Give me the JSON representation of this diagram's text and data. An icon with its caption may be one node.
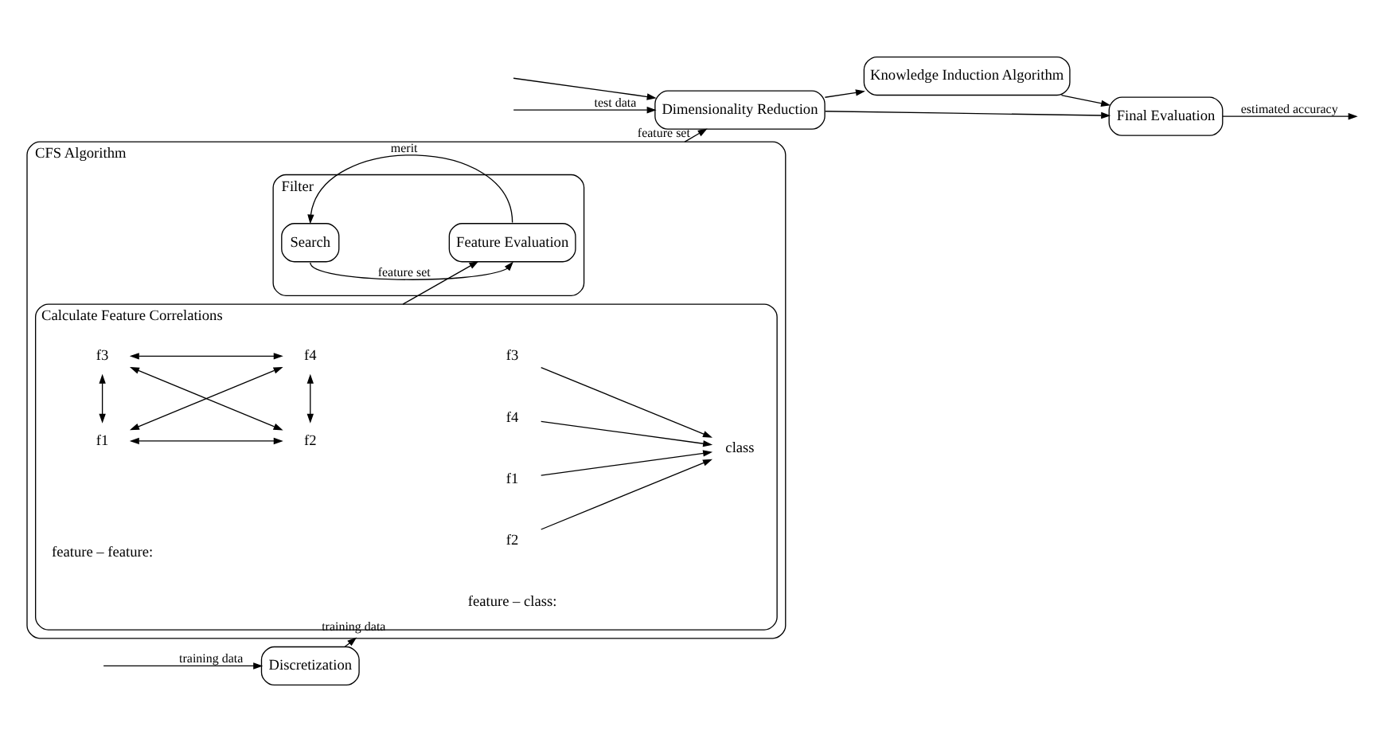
{
  "diagram": {
    "nodes": [
      {
        "text": [
          "Discretization"
        ]
      },
      {
        "text": [
          "CFS Algorithm"
        ]
      },
      {
        "text": [
          "Filter"
        ],
        "in": 1
      },
      {
        "text": [
          "Search"
        ],
        "in": 2
      },
      {
        "text": [
          "Feature Evaluation"
        ],
        "in": 2
      },
      {
        "text": [
          "Calculate Feature Correlations"
        ],
        "in": 1
      },
      {
        "text": [
          "f1"
        ],
        "in": 5
      },
      {
        "text": [
          "f2"
        ],
        "in": 5
      },
      {
        "text": [
          "f3"
        ],
        "in": 5
      },
      {
        "text": [
          "f4"
        ],
        "in": 5
      },
      {
        "text": [
          "class"
        ],
        "in": 5
      },
      {
        "text": [
          "f1"
        ],
        "in": 5
      },
      {
        "text": [
          "f2"
        ],
        "in": 5
      },
      {
        "text": [
          "f3"
        ],
        "in": 5
      },
      {
        "text": [
          "f4"
        ],
        "in": 5
      },
      {
        "text": [
          "Dimensionality Reduction"
        ]
      },
      {
        "text": [
          "Knowledge Induction Algorithm"
        ]
      },
      {
        "text": [
          "Final Evaluation"
        ]
      }
    ],
    "edges": [
      {
        "from": null,
        "to": 0,
        "arrow": "to",
        "label": "training data"
      },
      {
        "from": null,
        "to": 15,
        "arrow": "to"
      },
      {
        "from": 0,
        "to": 1,
        "arrow": "to",
        "label": "training data"
      },
      {
        "from": null,
        "to": 15,
        "arrow": "to",
        "label": "test data"
      },
      {
        "from": 1,
        "to": 15,
        "arrow": "to",
        "label": "feature set"
      },
      {
        "from": 3,
        "to": 4,
        "arrow": "to",
        "label": "feature set"
      },
      {
        "from": 4,
        "to": 3,
        "arrow": "to",
        "label": "merit"
      },
      {
        "from": 5,
        "to": 4,
        "arrow": "to"
      },
      {
        "from": 6,
        "to": 10,
        "arrow": "to"
      },
      {
        "from": 7,
        "to": 10,
        "arrow": "to"
      },
      {
        "from": 8,
        "to": 10,
        "arrow": "to"
      },
      {
        "from": 9,
        "to": 10,
        "arrow": "to"
      },
      {
        "from": 11,
        "to": 12,
        "arrow": "both"
      },
      {
        "from": 11,
        "to": 13,
        "arrow": "both"
      },
      {
        "from": 11,
        "to": 14,
        "arrow": "both"
      },
      {
        "from": 12,
        "to": 13,
        "arrow": "both"
      },
      {
        "from": 12,
        "to": 14,
        "arrow": "both"
      },
      {
        "from": 13,
        "to": 14,
        "arrow": "both"
      },
      {
        "from": 15,
        "to": 16,
        "arrow": "to"
      },
      {
        "from": 15,
        "to": 17,
        "arrow": "to"
      },
      {
        "from": 16,
        "to": 17,
        "arrow": "to"
      },
      {
        "from": 17,
        "to": null,
        "arrow": "to",
        "label": "estimated accuracy"
      }
    ],
    "labels": [
      "feature – class:",
      "feature – feature:"
    ]
  }
}
